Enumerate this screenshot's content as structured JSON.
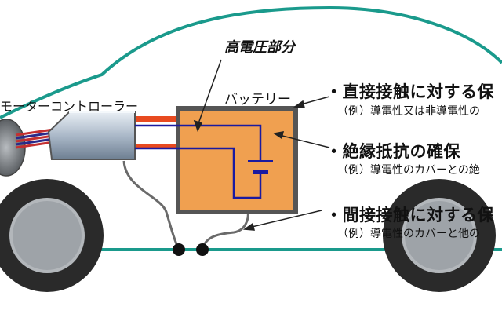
{
  "labels": {
    "high_voltage": "高電圧部分",
    "battery": "バッテリー",
    "motor_controller": "モーターコントローラー"
  },
  "callouts": [
    {
      "title": "・直接接触に対する保",
      "example": "（例）導電性又は非導電性の"
    },
    {
      "title": "・絶縁抵抗の確保",
      "example": "（例）導電性のカバーとの絶"
    },
    {
      "title": "・間接接触に対する保",
      "example": "（例）導電性のカバーと他の"
    }
  ],
  "colors": {
    "car_outline": "#1a9a8c",
    "battery_fill": "#f0a050",
    "battery_border": "#555555",
    "circuit_wire": "#1a1aa0",
    "orange_cable": "#e84a20",
    "wheel": "#333333"
  }
}
